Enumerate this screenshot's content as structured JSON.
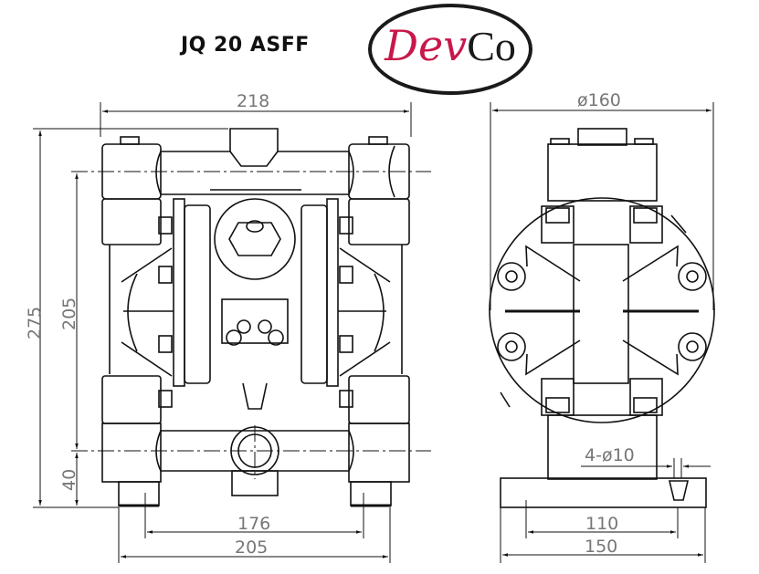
{
  "title": "JQ 20 ASFF",
  "logo": {
    "part1": "Dev",
    "part2": "Co",
    "colors": {
      "dev": "#c8184a",
      "co": "#1a1a1a"
    }
  },
  "front_view": {
    "dimensions": {
      "overall_width": "218",
      "overall_height": "275",
      "port_center_distance": "205",
      "outlet_height": "40",
      "mounting_hole_spacing": "176",
      "base_width": "205"
    }
  },
  "side_view": {
    "dimensions": {
      "diameter": "ø160",
      "mounting_holes": "4-ø10",
      "hole_spacing": "110",
      "base_width": "150"
    }
  }
}
